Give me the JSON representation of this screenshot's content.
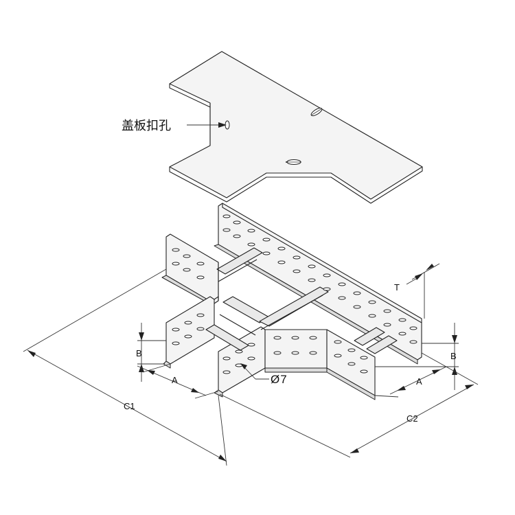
{
  "labels": {
    "cover_hole": "盖板扣孔",
    "hole_diameter": "Ø7",
    "dim_T": "T",
    "dim_B_left": "B",
    "dim_B_right": "B",
    "dim_A_left": "A",
    "dim_A_right": "A",
    "dim_C1": "C1",
    "dim_C2": "C2"
  },
  "colors": {
    "line": "#222222",
    "background": "#ffffff"
  }
}
